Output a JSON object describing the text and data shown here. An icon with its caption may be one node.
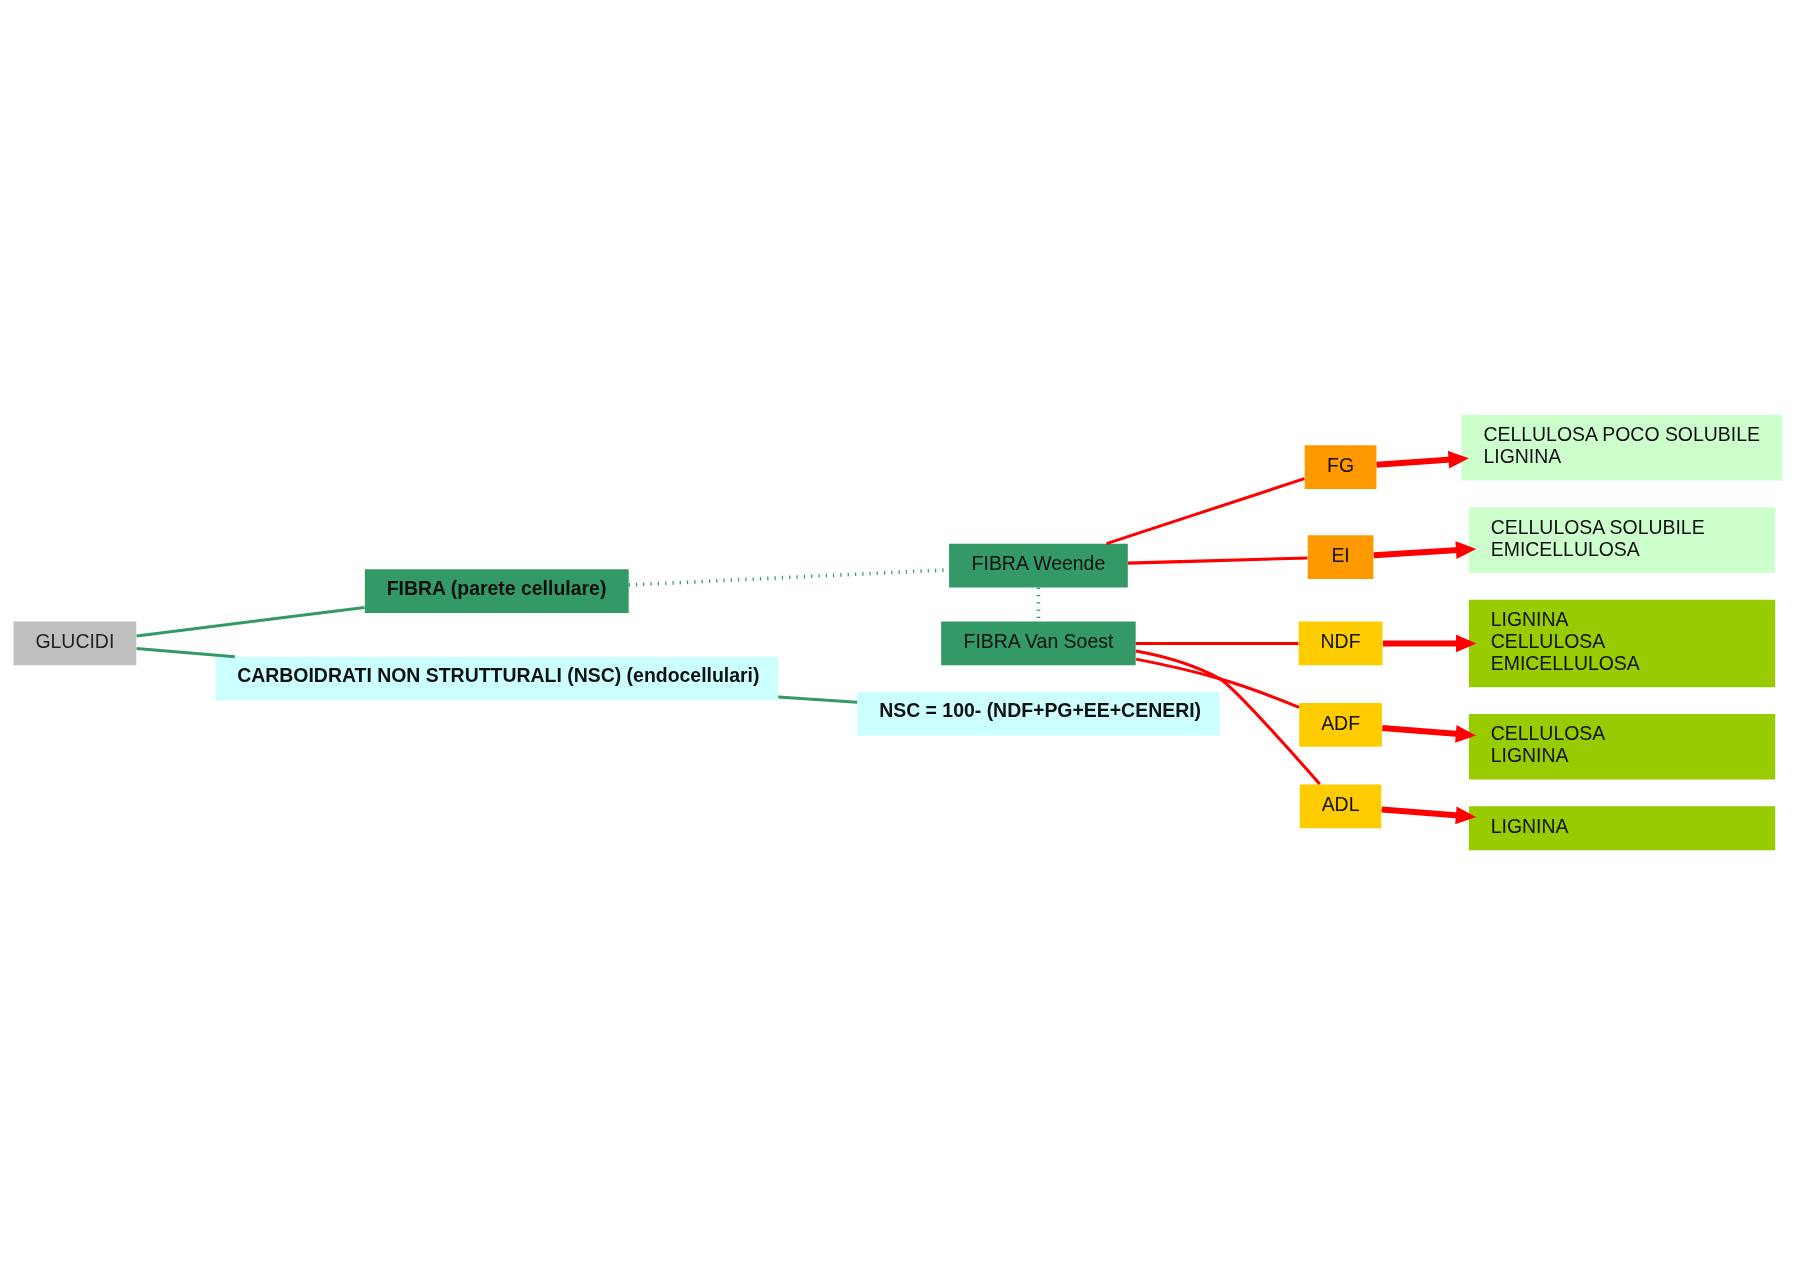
{
  "diagram": {
    "nodes": [
      {
        "text": [
          "GLUCIDI"
        ]
      },
      {
        "text": [
          "FIBRA (parete cellulare)"
        ]
      },
      {
        "text": [
          "CARBOIDRATI NON STRUTTURALI (NSC) (endocellulari)"
        ]
      },
      {
        "text": [
          "NSC = 100- (NDF+PG+EE+CENERI)"
        ]
      },
      {
        "text": [
          "FIBRA Weende"
        ]
      },
      {
        "text": [
          "FIBRA Van Soest"
        ]
      },
      {
        "text": [
          "FG"
        ]
      },
      {
        "text": [
          "EI"
        ]
      },
      {
        "text": [
          "NDF"
        ]
      },
      {
        "text": [
          "ADF"
        ]
      },
      {
        "text": [
          "ADL"
        ]
      },
      {
        "text": [
          "CELLULOSA POCO SOLUBILE",
          "LIGNINA"
        ]
      },
      {
        "text": [
          "CELLULOSA SOLUBILE",
          "EMICELLULOSA"
        ]
      },
      {
        "text": [
          "LIGNINA",
          "CELLULOSA",
          "EMICELLULOSA"
        ]
      },
      {
        "text": [
          "CELLULOSA",
          "LIGNINA"
        ]
      },
      {
        "text": [
          "LIGNINA"
        ]
      }
    ],
    "edges": [
      {
        "from": 0,
        "to": 1,
        "arrow": "none",
        "color": "#339966"
      },
      {
        "from": 0,
        "to": 2,
        "arrow": "none",
        "color": "#339966"
      },
      {
        "from": 2,
        "to": 3,
        "arrow": "none",
        "color": "#339966"
      },
      {
        "from": 1,
        "to": 4,
        "arrow": "none",
        "style": "dashed",
        "color": "#339966"
      },
      {
        "from": 4,
        "to": 5,
        "arrow": "none",
        "style": "dashed",
        "color": "#339966"
      },
      {
        "from": 4,
        "to": 6,
        "arrow": "none"
      },
      {
        "from": 4,
        "to": 7,
        "arrow": "none"
      },
      {
        "from": 5,
        "to": 8,
        "arrow": "none"
      },
      {
        "from": 5,
        "to": 9,
        "arrow": "none"
      },
      {
        "from": 5,
        "to": 10,
        "arrow": "none"
      },
      {
        "from": 6,
        "to": 11,
        "arrow": "to",
        "style": "thick"
      },
      {
        "from": 7,
        "to": 12,
        "arrow": "to",
        "style": "thick"
      },
      {
        "from": 8,
        "to": 13,
        "arrow": "to",
        "style": "thick"
      },
      {
        "from": 9,
        "to": 14,
        "arrow": "to",
        "style": "thick"
      },
      {
        "from": 10,
        "to": 15,
        "arrow": "to",
        "style": "thick"
      }
    ]
  }
}
